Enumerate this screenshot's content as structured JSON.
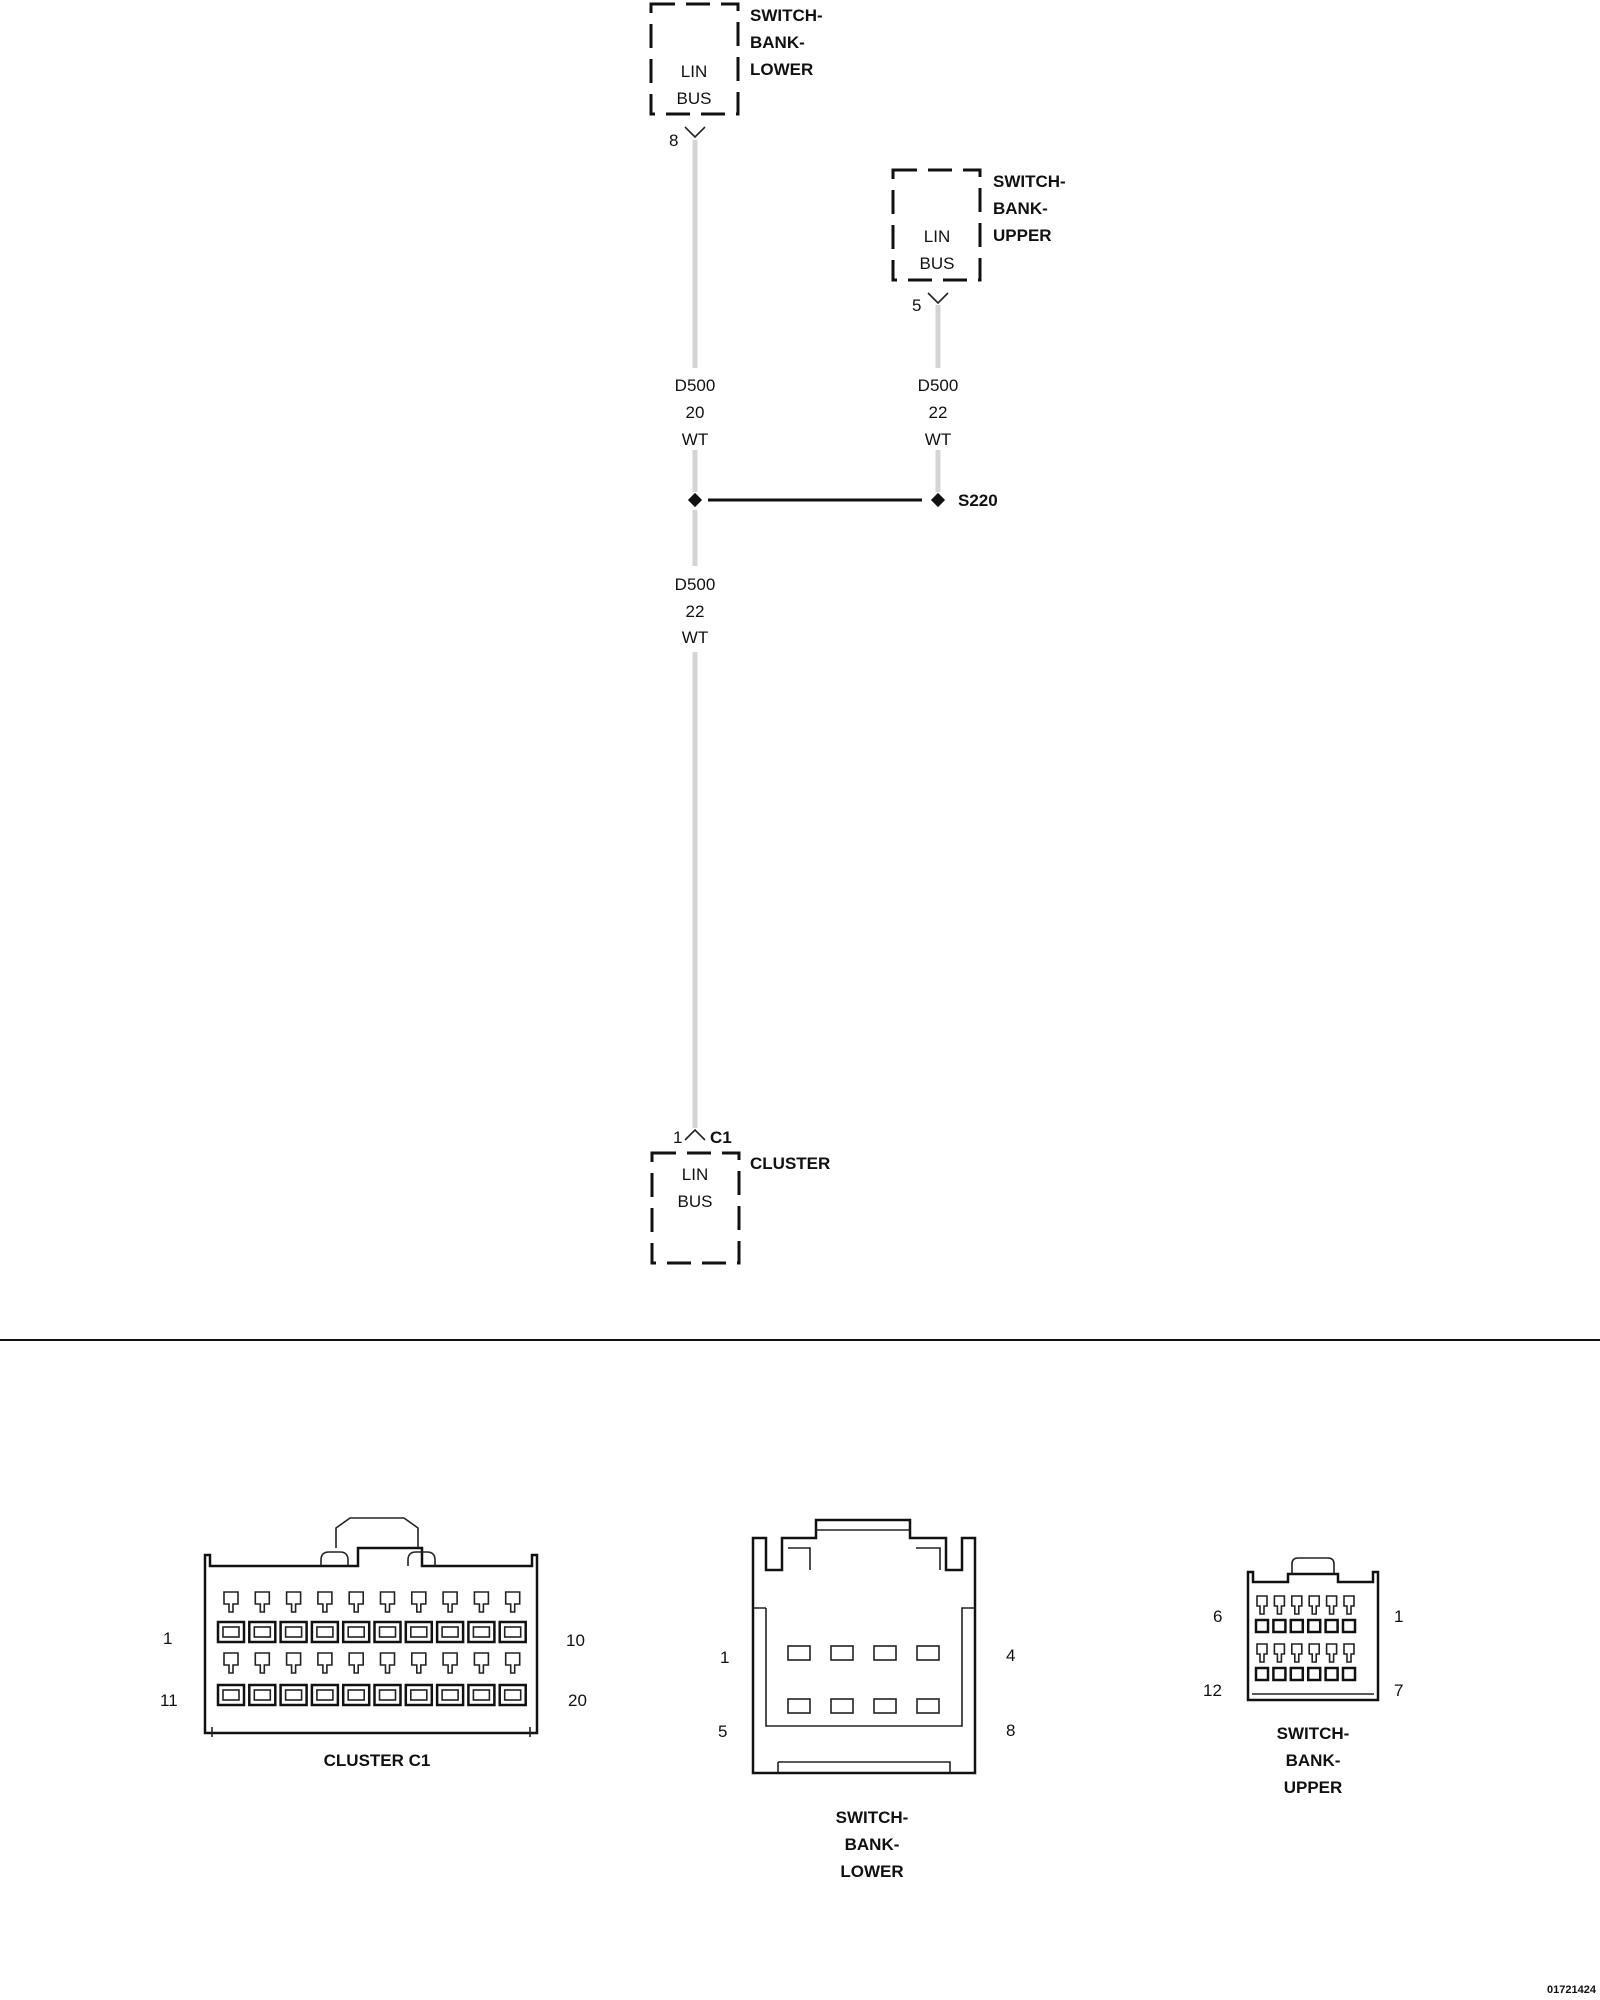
{
  "components": {
    "switch_bank_lower": {
      "name": [
        "SWITCH-",
        "BANK-",
        "LOWER"
      ],
      "function": [
        "LIN",
        "BUS"
      ],
      "pin": "8"
    },
    "switch_bank_upper": {
      "name": [
        "SWITCH-",
        "BANK-",
        "UPPER"
      ],
      "function": [
        "LIN",
        "BUS"
      ],
      "pin": "5"
    },
    "cluster": {
      "name": "CLUSTER",
      "function": [
        "LIN",
        "BUS"
      ],
      "pin": "1",
      "connector": "C1"
    }
  },
  "wires": {
    "lower_to_splice": {
      "circuit": "D500",
      "gauge": "20",
      "color": "WT"
    },
    "upper_to_splice": {
      "circuit": "D500",
      "gauge": "22",
      "color": "WT"
    },
    "splice_to_cluster": {
      "circuit": "D500",
      "gauge": "22",
      "color": "WT"
    }
  },
  "splice": {
    "id": "S220"
  },
  "connector_views": {
    "cluster_c1": {
      "title": "CLUSTER C1",
      "pins": {
        "top_left": "1",
        "top_right": "10",
        "bottom_left": "11",
        "bottom_right": "20"
      }
    },
    "switch_bank_lower": {
      "title": [
        "SWITCH-",
        "BANK-",
        "LOWER"
      ],
      "pins": {
        "top_left": "1",
        "top_right": "4",
        "bottom_left": "5",
        "bottom_right": "8"
      }
    },
    "switch_bank_upper": {
      "title": [
        "SWITCH-",
        "BANK-",
        "UPPER"
      ],
      "pins": {
        "top_left": "6",
        "top_right": "1",
        "bottom_left": "12",
        "bottom_right": "7"
      }
    }
  },
  "figure_id": "01721424"
}
